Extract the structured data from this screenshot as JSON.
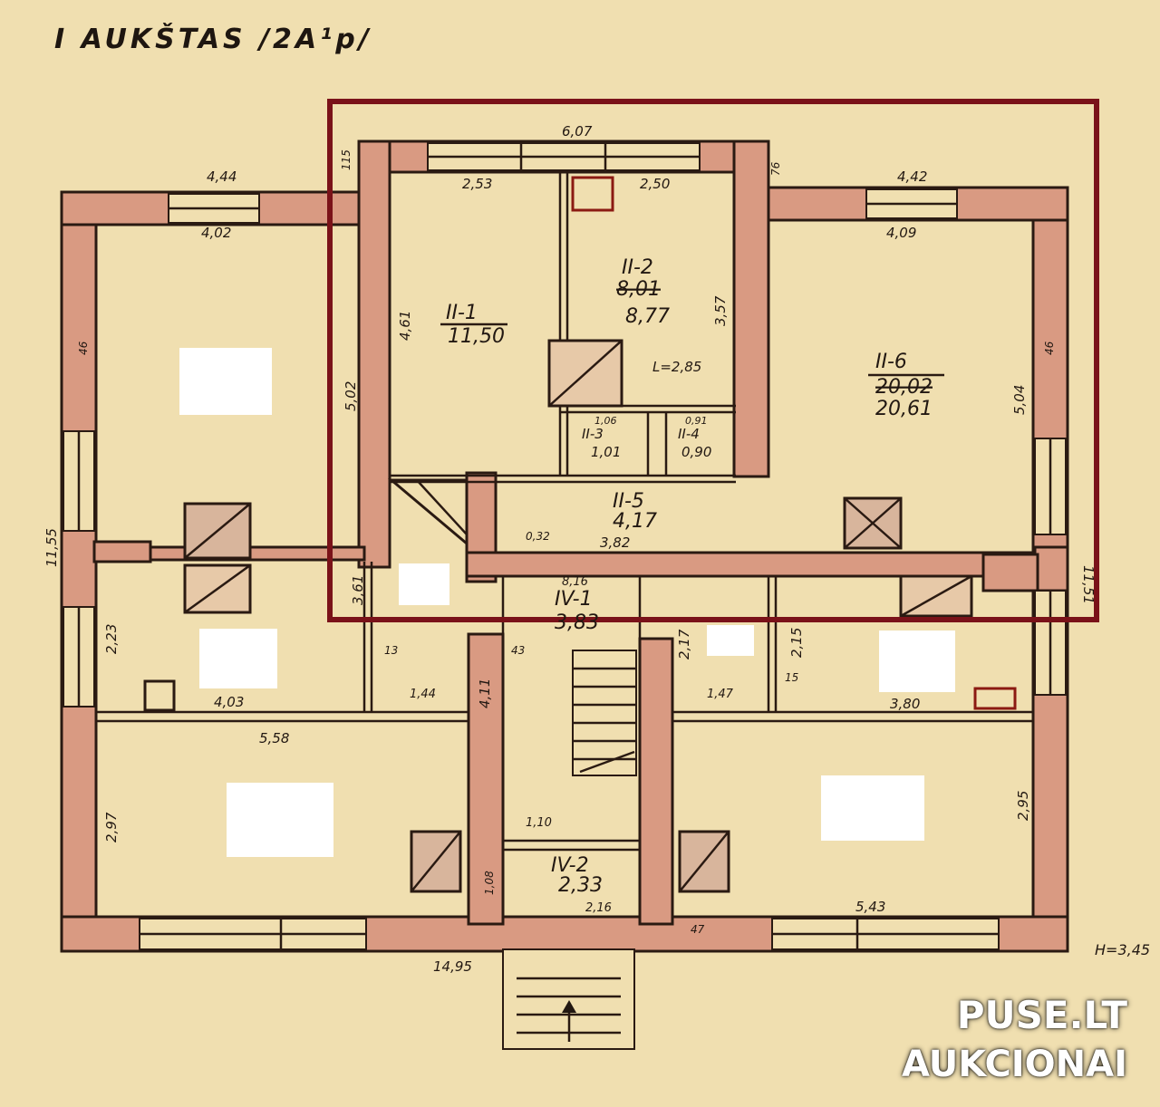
{
  "plan_title": "I AUKŠTAS /2A¹p/",
  "height_note": "H=3,45",
  "watermark": {
    "line1": "PUSE.LT",
    "line2": "AUKCIONAI"
  },
  "colors": {
    "paper": "#f0dfb0",
    "wall": "#d99a82",
    "ink": "#221812",
    "highlight": "#7a1219"
  },
  "rooms": {
    "r1": {
      "code": "II-1",
      "area": "11,50"
    },
    "r2": {
      "code": "II-2",
      "area_old": "8,01",
      "area": "8,77"
    },
    "r3": {
      "code": "II-3",
      "area": "1,01"
    },
    "r4": {
      "code": "II-4",
      "area": "0,90"
    },
    "r5": {
      "code": "II-5",
      "area": "4,17"
    },
    "r6": {
      "code": "II-6",
      "area_old": "20,02",
      "area": "20,61"
    },
    "iv1": {
      "code": "IV-1",
      "area": "3,83"
    },
    "iv2": {
      "code": "IV-2",
      "area": "2,33"
    }
  },
  "dimensions": {
    "d607": "6,07",
    "d444": "4,44",
    "d442": "4,42",
    "d402": "4,02",
    "d409": "4,09",
    "d253": "2,53",
    "d250": "2,50",
    "d461": "4,61",
    "d357": "3,57",
    "d502": "5,02",
    "d504": "5,04",
    "d1155": "11,55",
    "d1151": "11,51",
    "d285": "L=2,85",
    "d106": "1,06",
    "d091": "0,91",
    "d382": "3,82",
    "d816": "8,16",
    "d361": "3,61",
    "d223": "2,23",
    "d403": "4,03",
    "d558": "5,58",
    "d144": "1,44",
    "d147": "1,47",
    "d380": "3,80",
    "d411": "4,11",
    "d217": "2,17",
    "d215": "2,15",
    "d297": "2,97",
    "d295": "2,95",
    "d110": "1,10",
    "d108": "1,08",
    "d216": "2,16",
    "d1495": "14,95",
    "d543": "5,43",
    "d032": "0,32",
    "d046a": "46",
    "d046b": "46",
    "d13": "13",
    "d43": "43",
    "d15": "15",
    "d47": "47",
    "d115": "115",
    "d76": "76"
  }
}
